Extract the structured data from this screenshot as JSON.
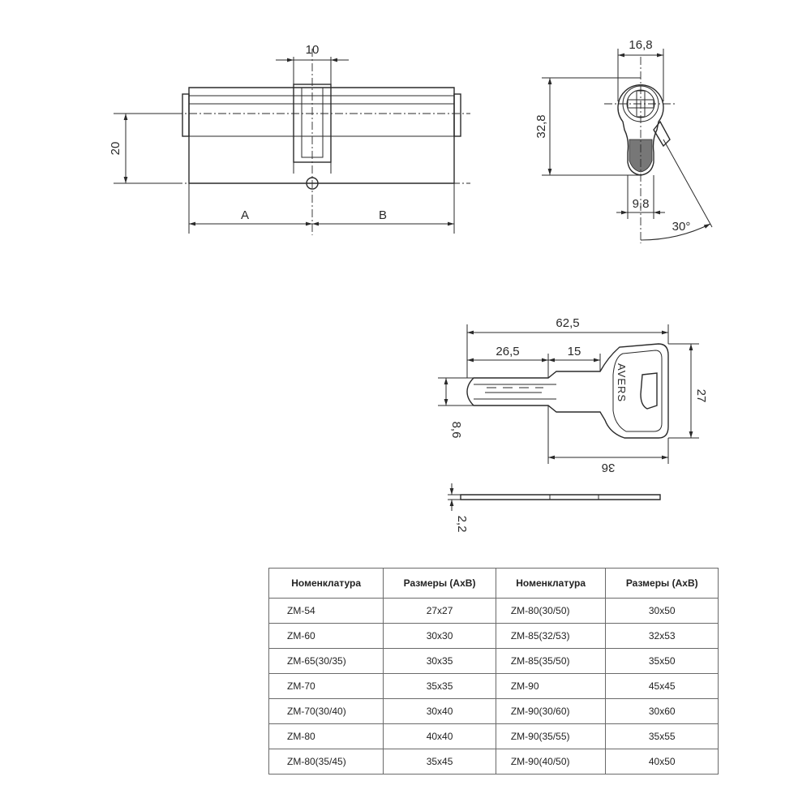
{
  "cylinder_front": {
    "dim_cam_width": "10",
    "dim_height": "20",
    "dim_a": "A",
    "dim_b": "B"
  },
  "cylinder_side": {
    "dim_width": "16,8",
    "dim_height": "32,8",
    "dim_cam_width": "9,8",
    "dim_angle": "30°"
  },
  "key": {
    "dim_total_length": "62,5",
    "dim_blade_tip": "26,5",
    "dim_blade_mid": "15",
    "dim_head_height": "27",
    "dim_blade_height": "8,6",
    "dim_head_length": "36",
    "dim_thickness": "2,2",
    "brand": "AVERS"
  },
  "table": {
    "headers": [
      "Номенклатура",
      "Размеры (AxB)",
      "Номенклатура",
      "Размеры (AxB)"
    ],
    "rows": [
      [
        "ZM-54",
        "27x27",
        "ZM-80(30/50)",
        "30x50"
      ],
      [
        "ZM-60",
        "30x30",
        "ZM-85(32/53)",
        "32x53"
      ],
      [
        "ZM-65(30/35)",
        "30x35",
        "ZM-85(35/50)",
        "35x50"
      ],
      [
        "ZM-70",
        "35x35",
        "ZM-90",
        "45x45"
      ],
      [
        "ZM-70(30/40)",
        "30x40",
        "ZM-90(30/60)",
        "30x60"
      ],
      [
        "ZM-80",
        "40x40",
        "ZM-90(35/55)",
        "35x55"
      ],
      [
        "ZM-80(35/45)",
        "35x45",
        "ZM-90(40/50)",
        "40x50"
      ]
    ]
  }
}
